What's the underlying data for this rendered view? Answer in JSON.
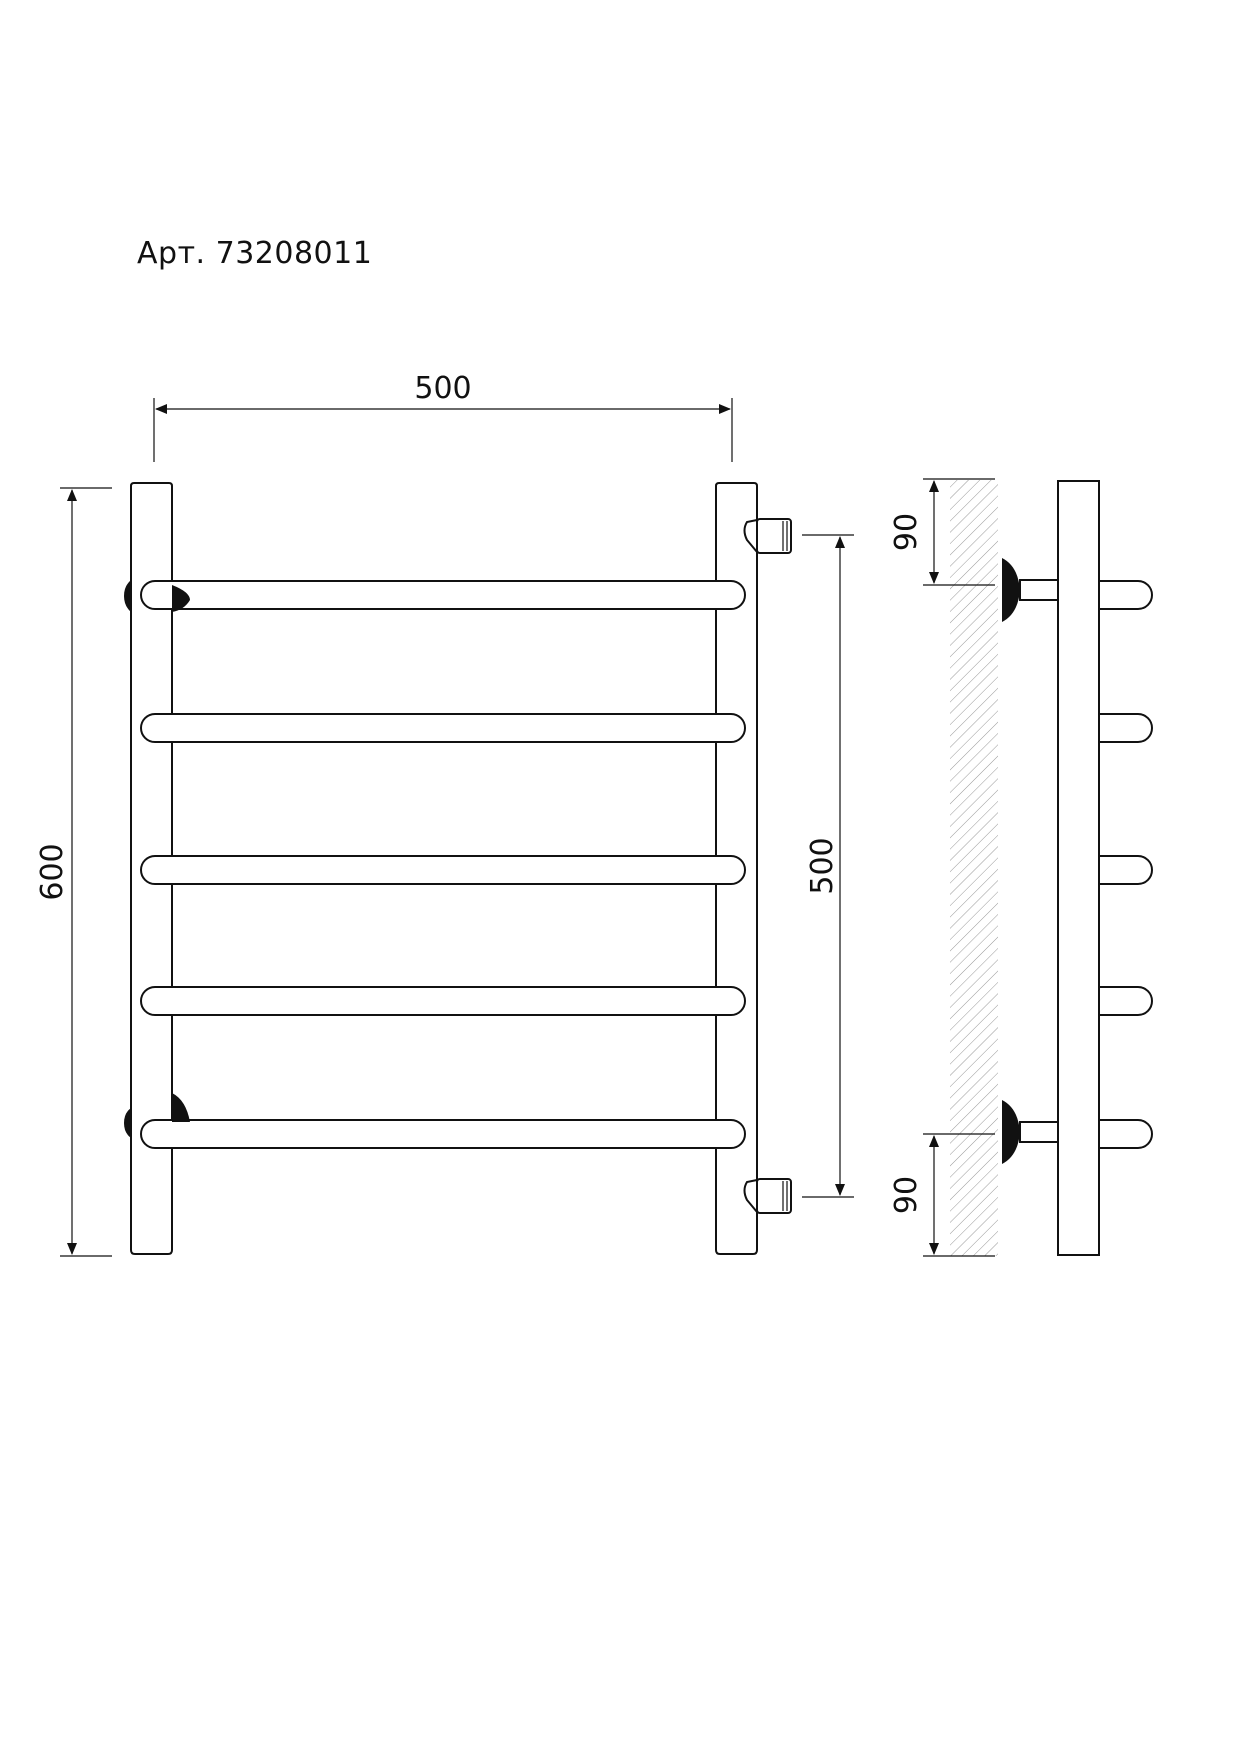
{
  "document": {
    "article": "Арт. 73208011"
  },
  "dimensions": {
    "overall_width": "500",
    "overall_height": "600",
    "connection_spacing": "500",
    "top_offset": "90",
    "bottom_offset": "90"
  },
  "drawing": {
    "front_view": {
      "rungs": 5,
      "wall_mounts": 2,
      "connections": 2
    },
    "side_view": {
      "rungs": 5,
      "wall_mounts": 2
    }
  }
}
